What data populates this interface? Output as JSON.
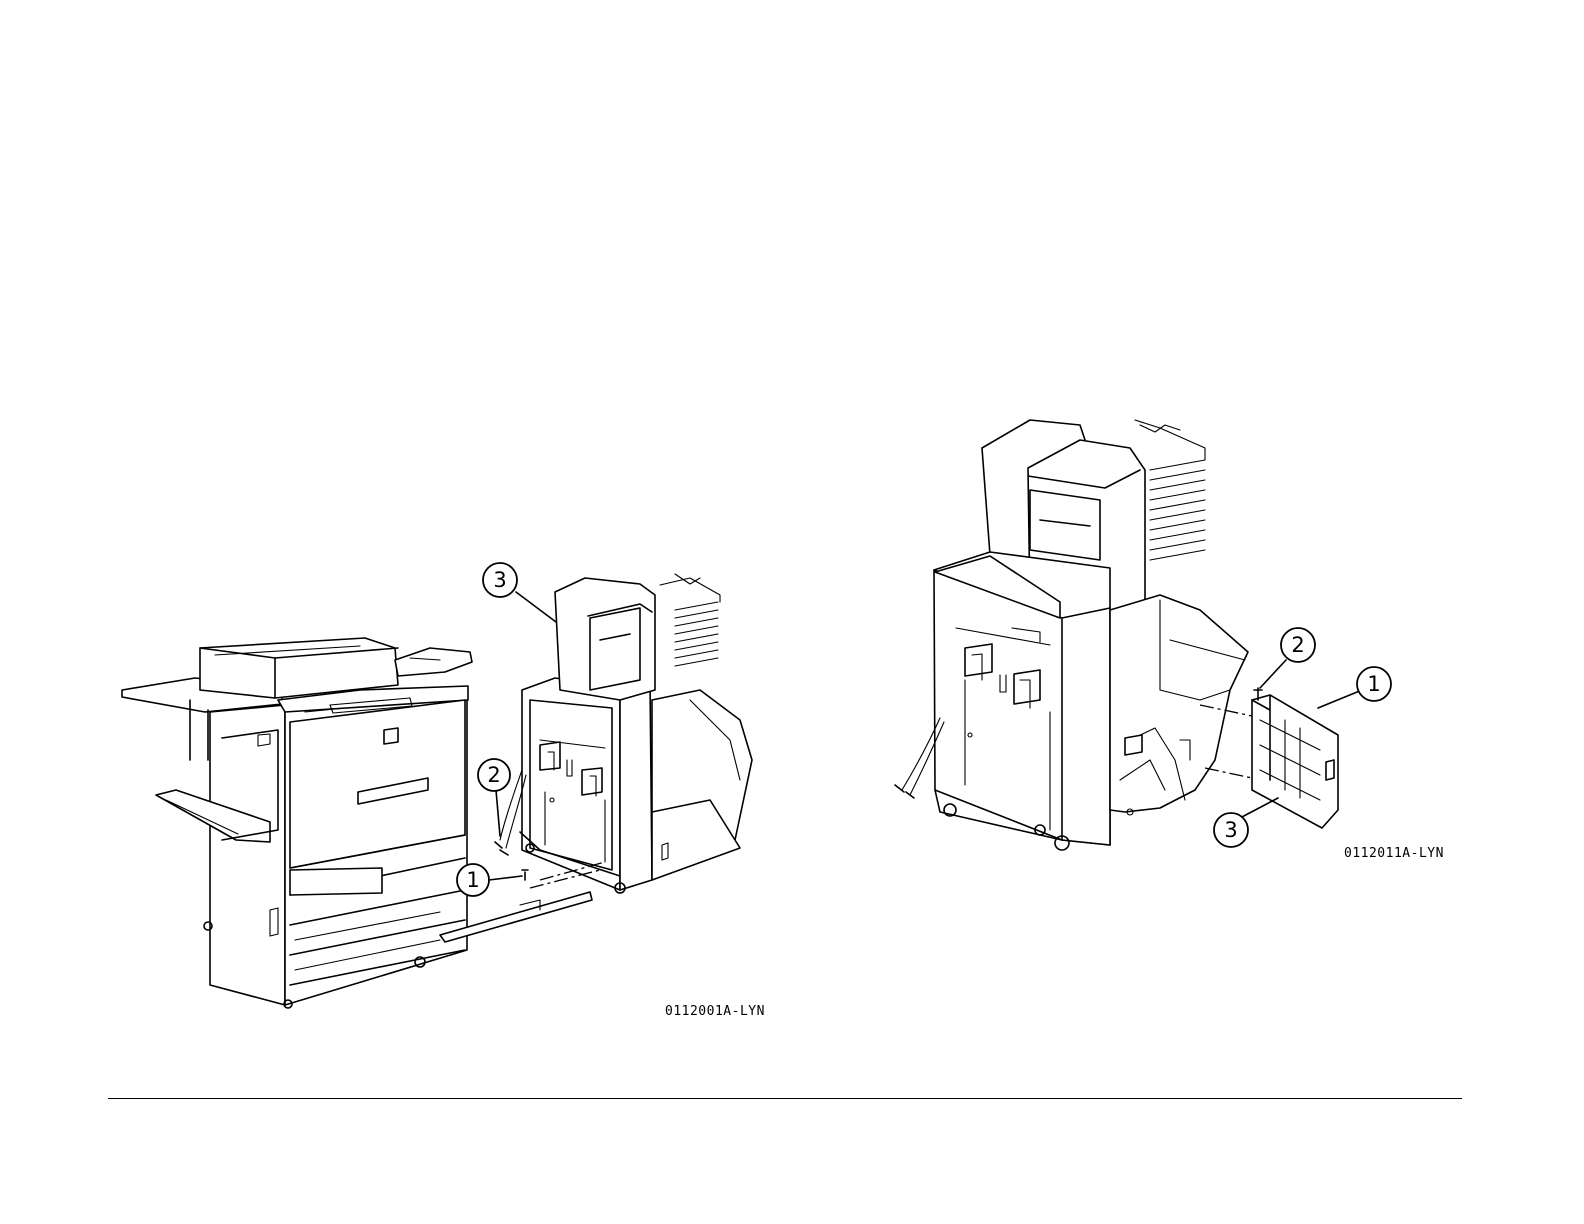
{
  "figures": [
    {
      "id_label": "0112001A-LYN",
      "callouts": [
        "1",
        "2",
        "3"
      ]
    },
    {
      "id_label": "0112011A-LYN",
      "callouts": [
        "1",
        "2",
        "3"
      ]
    }
  ]
}
